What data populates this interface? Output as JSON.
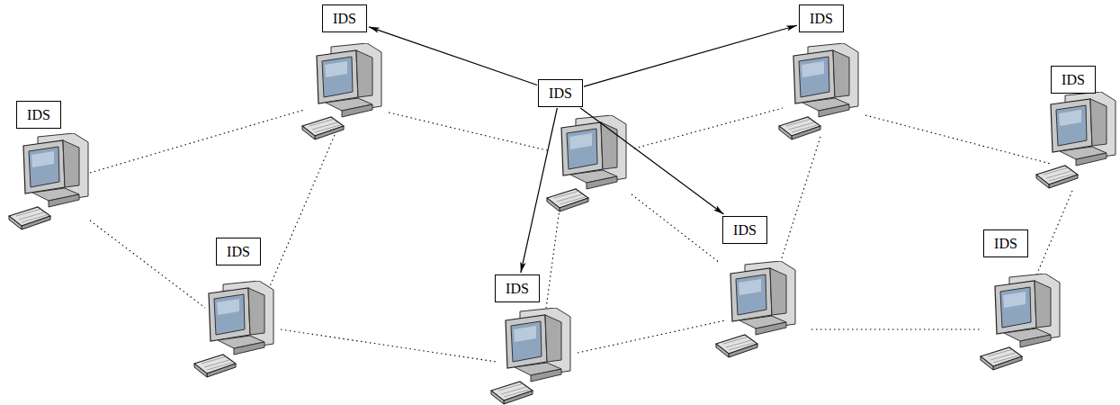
{
  "diagram": {
    "nodes": [
      {
        "text": [
          "IDS"
        ]
      },
      {
        "text": [
          "IDS"
        ]
      },
      {
        "text": [
          "IDS"
        ]
      },
      {
        "text": [
          "IDS"
        ]
      },
      {
        "text": [
          "IDS"
        ]
      },
      {
        "text": [
          "IDS"
        ]
      },
      {
        "text": [
          "IDS"
        ]
      },
      {
        "text": [
          "IDS"
        ]
      },
      {
        "text": [
          "IDS"
        ]
      }
    ],
    "edges": [
      {
        "from": 3,
        "to": 0,
        "arrow": "to"
      },
      {
        "from": 3,
        "to": 1,
        "arrow": "to"
      },
      {
        "from": 3,
        "to": 5,
        "arrow": "to"
      },
      {
        "from": 3,
        "to": 8,
        "arrow": "to"
      }
    ]
  }
}
